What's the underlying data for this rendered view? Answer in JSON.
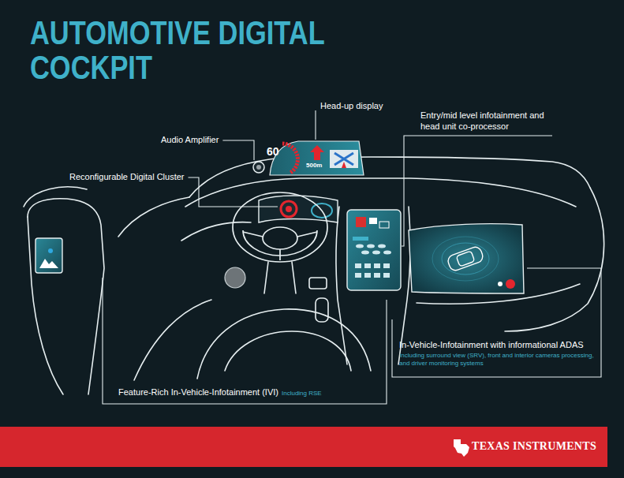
{
  "diagram": {
    "title": "AUTOMOTIVE DIGITAL COCKPIT",
    "labels": [
      "Head-up display",
      "Entry/mid level infotainment and head unit co-processor",
      "Audio Amplifier",
      "Reconfigurable Digital Cluster",
      "In-Vehicle-Infotainment with informational ADAS",
      "Including surround view (SRV), front and interior cameras processing, and driver monitoring systems",
      "Feature-Rich In-Vehicle-Infotainment (IVI)",
      "Including RSE",
      "60",
      "500m",
      "TEXAS INSTRUMENTS"
    ]
  }
}
